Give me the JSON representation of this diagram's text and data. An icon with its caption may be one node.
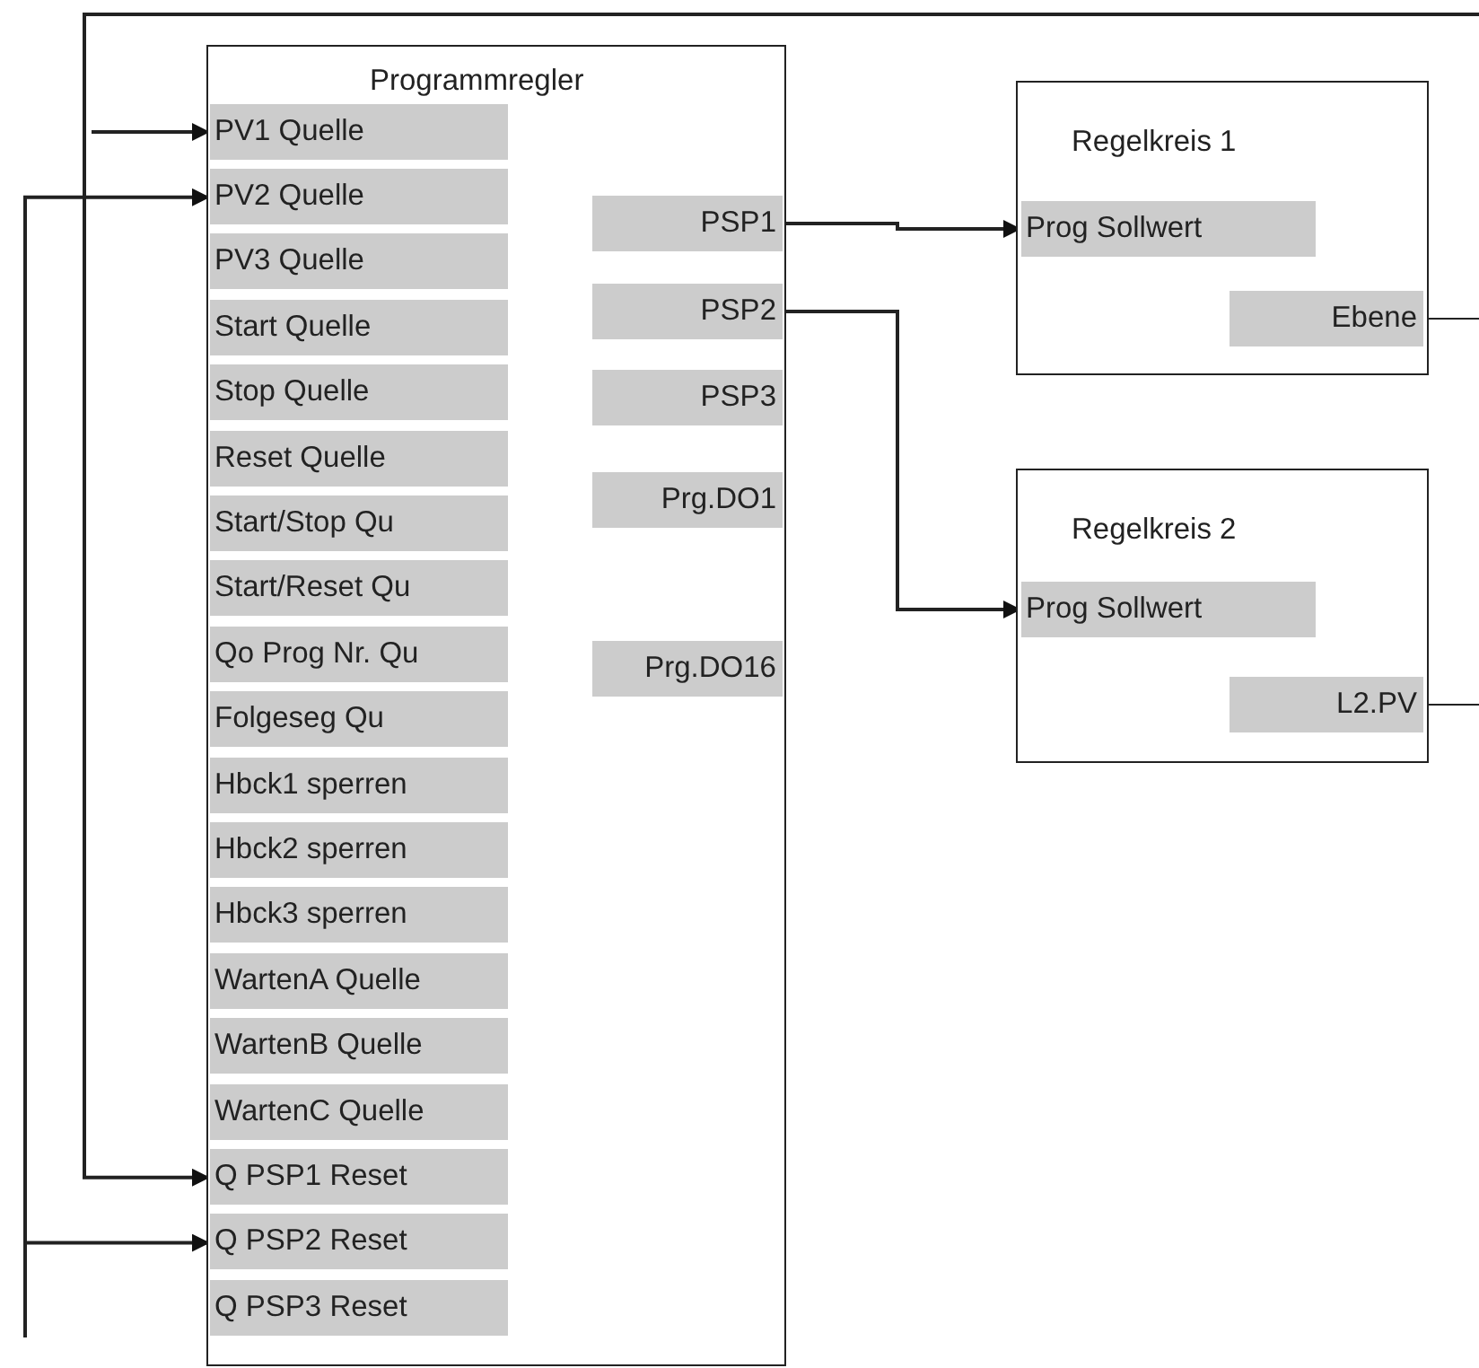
{
  "diagram": {
    "nodes": [
      {
        "text": [
          "Programmregler"
        ]
      },
      {
        "text": [
          "PV1 Quelle"
        ],
        "in": 0
      },
      {
        "text": [
          "PV2 Quelle"
        ],
        "in": 0
      },
      {
        "text": [
          "PV3 Quelle"
        ],
        "in": 0
      },
      {
        "text": [
          "Start Quelle"
        ],
        "in": 0
      },
      {
        "text": [
          "Stop Quelle"
        ],
        "in": 0
      },
      {
        "text": [
          "Reset Quelle"
        ],
        "in": 0
      },
      {
        "text": [
          "Start/Stop Qu"
        ],
        "in": 0
      },
      {
        "text": [
          "Start/Reset Qu"
        ],
        "in": 0
      },
      {
        "text": [
          "Qo Prog Nr. Qu"
        ],
        "in": 0
      },
      {
        "text": [
          "Folgeseg Qu"
        ],
        "in": 0
      },
      {
        "text": [
          "Hbck1 sperren"
        ],
        "in": 0
      },
      {
        "text": [
          "Hbck2 sperren"
        ],
        "in": 0
      },
      {
        "text": [
          "Hbck3 sperren"
        ],
        "in": 0
      },
      {
        "text": [
          "WartenA Quelle"
        ],
        "in": 0
      },
      {
        "text": [
          "WartenB Quelle"
        ],
        "in": 0
      },
      {
        "text": [
          "WartenC Quelle"
        ],
        "in": 0
      },
      {
        "text": [
          "Q PSP1 Reset"
        ],
        "in": 0
      },
      {
        "text": [
          "Q PSP2 Reset"
        ],
        "in": 0
      },
      {
        "text": [
          "Q PSP3 Reset"
        ],
        "in": 0
      },
      {
        "text": [
          "PSP1"
        ],
        "in": 0
      },
      {
        "text": [
          "PSP2"
        ],
        "in": 0
      },
      {
        "text": [
          "PSP3"
        ],
        "in": 0
      },
      {
        "text": [
          "Prg.DO1"
        ],
        "in": 0
      },
      {
        "text": [
          "Prg.DO16"
        ],
        "in": 0
      },
      {
        "text": [
          "Regelkreis 1"
        ]
      },
      {
        "text": [
          "Prog Sollwert"
        ],
        "in": 25
      },
      {
        "text": [
          "Ebene"
        ],
        "in": 25
      },
      {
        "text": [
          "Regelkreis 2"
        ]
      },
      {
        "text": [
          "Prog Sollwert"
        ],
        "in": 28
      },
      {
        "text": [
          "L2.PV"
        ],
        "in": 28
      }
    ],
    "edges": [
      {
        "from": 20,
        "to": 26,
        "arrow": "to"
      },
      {
        "from": 21,
        "to": 29,
        "arrow": "to"
      },
      {
        "from": null,
        "to": 1,
        "arrow": "to"
      },
      {
        "from": null,
        "to": 2,
        "arrow": "to"
      },
      {
        "from": null,
        "to": 17,
        "arrow": "to"
      },
      {
        "from": null,
        "to": 18,
        "arrow": "to"
      },
      {
        "from": 27,
        "to": null,
        "arrow": "none"
      },
      {
        "from": 30,
        "to": null,
        "arrow": "none"
      }
    ]
  }
}
